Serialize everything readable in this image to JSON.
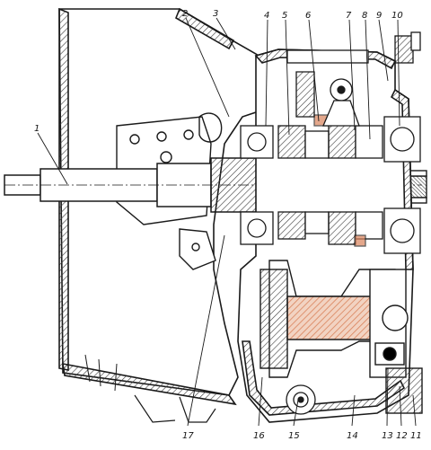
{
  "diagram": {
    "callouts": [
      {
        "id": "1",
        "text": "1"
      },
      {
        "id": "2",
        "text": "2"
      },
      {
        "id": "3",
        "text": "3"
      },
      {
        "id": "4",
        "text": "4"
      },
      {
        "id": "5",
        "text": "5"
      },
      {
        "id": "6",
        "text": "6"
      },
      {
        "id": "7",
        "text": "7"
      },
      {
        "id": "8",
        "text": "8"
      },
      {
        "id": "9",
        "text": "9"
      },
      {
        "id": "10",
        "text": "10"
      },
      {
        "id": "11",
        "text": "11"
      },
      {
        "id": "12",
        "text": "12"
      },
      {
        "id": "13",
        "text": "13"
      },
      {
        "id": "14",
        "text": "14"
      },
      {
        "id": "15",
        "text": "15"
      },
      {
        "id": "16",
        "text": "16"
      },
      {
        "id": "17",
        "text": "17"
      }
    ]
  },
  "colors": {
    "line": "#1a1a1a",
    "hatch": "#3a3a3a",
    "accent_orange": "#d9825b",
    "paper": "#ffffff"
  }
}
